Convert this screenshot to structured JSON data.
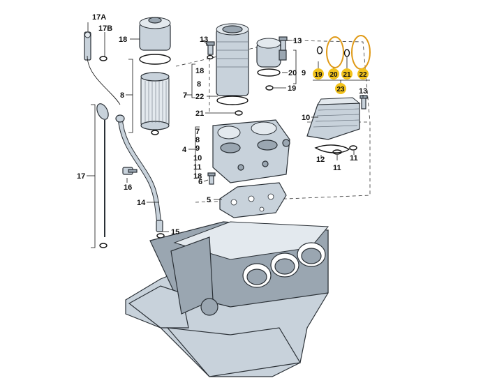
{
  "diagram": {
    "callouts": {
      "c17a": "17A",
      "c17b": "17B",
      "c18_cap": "18",
      "c8_filter": "8",
      "c17_dip": "17",
      "c16": "16",
      "c14": "14",
      "c15": "15",
      "c13_a": "13",
      "c18_b": "18",
      "c8_b": "8",
      "c7_a": "7",
      "c22_a": "22",
      "c21_a": "21",
      "c9_a": "9",
      "c13_b": "13",
      "c20": "20",
      "c19_a": "19",
      "c7_b": "7",
      "c8_c": "8",
      "c9_b": "9",
      "c4": "4",
      "c10_b": "10",
      "c11_b": "11",
      "c18_c": "18",
      "c6": "6",
      "c5": "5",
      "c13_c": "13",
      "c10": "10",
      "c12": "12",
      "c11_a": "11",
      "c11_c": "11"
    },
    "badges": {
      "b19": "19",
      "b20": "20",
      "b21": "21",
      "b22": "22",
      "b23": "23"
    },
    "colors": {
      "badge_fill": "#f2c21b",
      "oring_highlight": "#e09a17",
      "metal": "#c8d2db",
      "outline": "#2a3036"
    }
  }
}
